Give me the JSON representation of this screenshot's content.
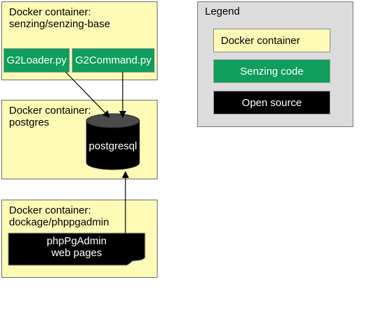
{
  "containers": {
    "senzing_base": {
      "label_line1": "Docker container:",
      "label_line2": "senzing/senzing-base",
      "g2loader": "G2Loader.py",
      "g2command": "G2Command.py"
    },
    "postgres": {
      "label_line1": "Docker container:",
      "label_line2": "postgres",
      "db_label": "postgresql"
    },
    "phppgadmin": {
      "label_line1": "Docker container:",
      "label_line2": "dockage/phppgadmin",
      "doc_line1": "phpPgAdmin",
      "doc_line2": "web pages"
    }
  },
  "legend": {
    "title": "Legend",
    "items": [
      {
        "label": "Docker container",
        "color": "#fdfbb6"
      },
      {
        "label": "Senzing code",
        "color": "#0f9e5c"
      },
      {
        "label": "Open source",
        "color": "#000000"
      }
    ]
  },
  "colors": {
    "docker_container": "#fdfbb6",
    "senzing_code": "#0f9e5c",
    "open_source": "#000000",
    "legend_background": "#dcdcdc"
  }
}
